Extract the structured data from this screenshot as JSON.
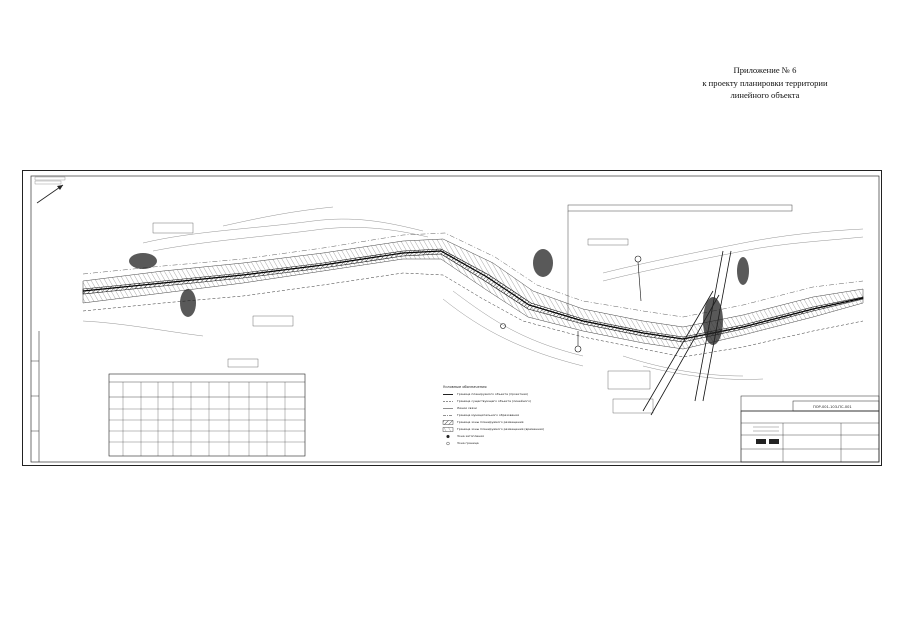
{
  "annex": {
    "line1": "Приложение № 6",
    "line2": "к проекту планировки территории",
    "line3": "линейного объекта"
  },
  "drawing": {
    "code": "ПОР-001-103-ПС-001",
    "legend": {
      "title": "Условные обозначения",
      "items": [
        {
          "label": "Граница планируемого объекта (проектная)",
          "style": "solid"
        },
        {
          "label": "Граница существующего объекта (линейного)",
          "style": "dash"
        },
        {
          "label": "Линии связи",
          "style": "thin"
        },
        {
          "label": "Граница муниципального образования",
          "style": "dashdot"
        },
        {
          "label": "Граница зоны планируемого размещения",
          "style": "hatch"
        },
        {
          "label": "Граница зоны планируемого размещения (временная)",
          "style": "hatch2"
        },
        {
          "label": "Зона затопления",
          "style": "dots"
        },
        {
          "label": "Зона граница",
          "style": "dots2"
        }
      ]
    },
    "colors": {
      "ink": "#1a1a1a",
      "grey": "#555555",
      "hatch": "#333333"
    }
  }
}
